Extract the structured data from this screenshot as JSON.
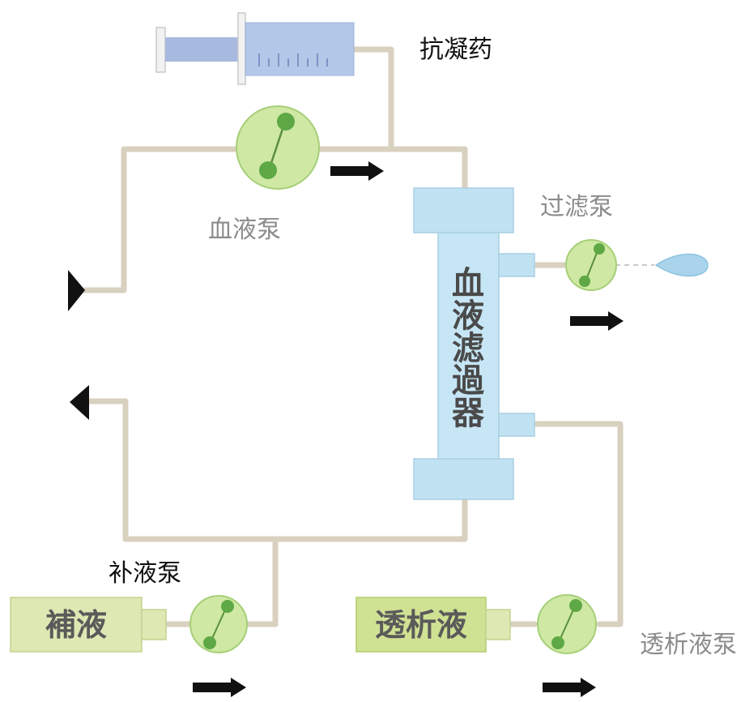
{
  "labels": {
    "anticoagulant": "抗凝药",
    "blood_pump": "血液泵",
    "filter_pump": "过滤泵",
    "substitution_pump": "补液泵",
    "dialysate_pump": "透析液泵"
  },
  "filter": {
    "chars": [
      "血",
      "液",
      "滤",
      "過",
      "器"
    ]
  },
  "boxes": {
    "substitution_fluid": "補液",
    "dialysate": "透析液"
  },
  "colors": {
    "tube": "#d9d1bf",
    "filter_body": "#c7e6f5",
    "filter_cap": "#c0e2f3",
    "pump_fill": "#cfe8a4",
    "pump_dot": "#5ea845",
    "box_fill": "#dde8b3",
    "dialysate_box_fill": "#cfe293",
    "syringe_body": "#b3c7e8",
    "droplet": "#a9d4ec"
  }
}
